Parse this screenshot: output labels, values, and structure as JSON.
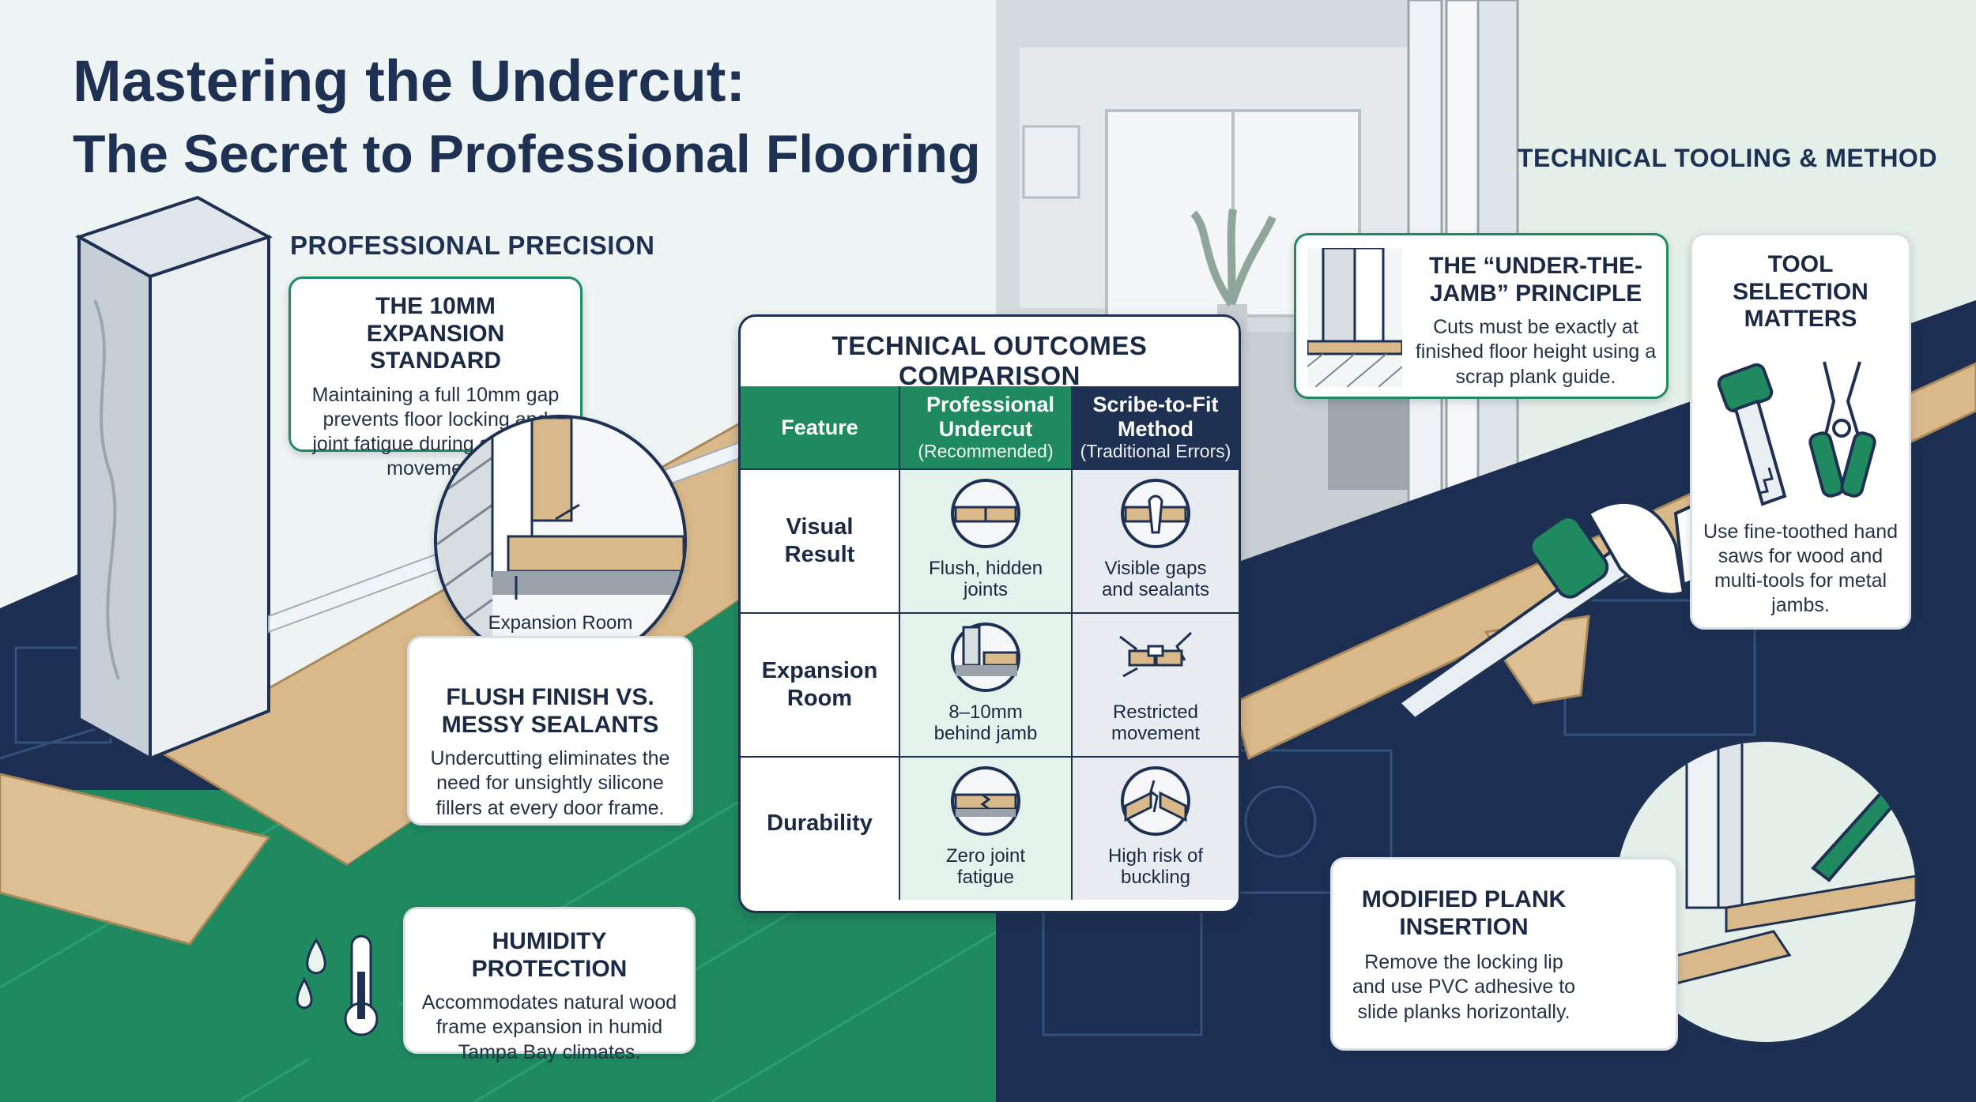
{
  "title": {
    "main": "Mastering the Undercut:",
    "sub": "The Secret to Professional Flooring"
  },
  "sections": {
    "left": "PROFESSIONAL PRECISION",
    "right": "TECHNICAL TOOLING & METHOD"
  },
  "cards": {
    "expansion_standard": {
      "title": "THE 10MM EXPANSION STANDARD",
      "body": "Maintaining a full 10mm gap prevents floor locking and joint fatigue during seasonal movement."
    },
    "detail_label": "Expansion Room",
    "flush_finish": {
      "title": "FLUSH FINISH VS. MESSY SEALANTS",
      "body": "Undercutting eliminates the need for unsightly silicone fillers at every door frame."
    },
    "humidity": {
      "title": "HUMIDITY PROTECTION",
      "body": "Accommodates natural wood frame expansion in humid Tampa Bay climates."
    },
    "under_jamb": {
      "title": "THE “UNDER-THE-JAMB” PRINCIPLE",
      "body": "Cuts must be exactly at finished floor height using a scrap plank guide."
    },
    "tool_selection": {
      "title": "TOOL SELECTION MATTERS",
      "body": "Use fine-toothed hand saws for wood and multi-tools for metal jambs."
    },
    "modified_plank": {
      "title": "MODIFIED PLANK INSERTION",
      "body": "Remove the locking lip and use PVC adhesive to slide planks horizontally."
    }
  },
  "comparison": {
    "title": "TECHNICAL OUTCOMES COMPARISON",
    "headers": {
      "feature": "Feature",
      "pro_title": "Professional Undercut",
      "pro_note": "(Recommended)",
      "scribe_title": "Scribe-to-Fit Method",
      "scribe_note": "(Traditional Errors)"
    },
    "rows": [
      {
        "feature": "Visual Result",
        "pro": "Flush, hidden joints",
        "scribe": "Visible gaps and sealants"
      },
      {
        "feature": "Expansion Room",
        "pro": "8–10mm behind jamb",
        "scribe": "Restricted movement"
      },
      {
        "feature": "Durability",
        "pro": "Zero joint fatigue",
        "scribe": "High risk of buckling"
      }
    ]
  },
  "colors": {
    "navy": "#1f3152",
    "green": "#1f8a5f",
    "wood": "#d9b98a",
    "blueprint": "#1c2f52"
  }
}
